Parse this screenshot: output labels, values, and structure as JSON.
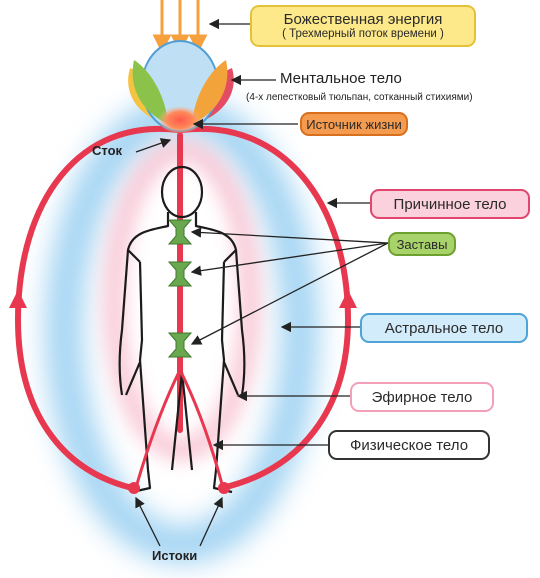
{
  "divine_energy": {
    "title": "Божественная энергия",
    "subtitle": "( Трехмерный поток времени )",
    "fill": "#fde98a",
    "border": "#e3c23a"
  },
  "mental_body": {
    "title": "Ментальное тело",
    "subtitle": "(4-х лепестковый тюльпан, сотканный стихиями)"
  },
  "life_source": {
    "label": "Источник жизни",
    "fill": "#f59b4f",
    "border": "#d86f1e"
  },
  "stok": {
    "label": "Сток"
  },
  "causal_body": {
    "label": "Причинное тело",
    "fill": "#fad1dc",
    "border": "#e1466e"
  },
  "zastavy": {
    "label": "Заставы",
    "fill": "#a8d26a",
    "border": "#6ea030"
  },
  "astral_body": {
    "label": "Астральное тело",
    "fill": "#d2ecfb",
    "border": "#4fa3d8"
  },
  "ether_body": {
    "label": "Эфирное тело",
    "fill": "#ffffff",
    "border": "#f2a0b8"
  },
  "physical_body": {
    "label": "Физическое тело",
    "fill": "#ffffff",
    "border": "#333333"
  },
  "istoki": {
    "label": "Истоки"
  },
  "colors": {
    "red_flow": "#e8384f",
    "energy_arrows": "#f5a03c",
    "astral_glow": "#7fc3ee",
    "ether_glow": "#f7b5c8",
    "gate": "#6aa84f"
  }
}
